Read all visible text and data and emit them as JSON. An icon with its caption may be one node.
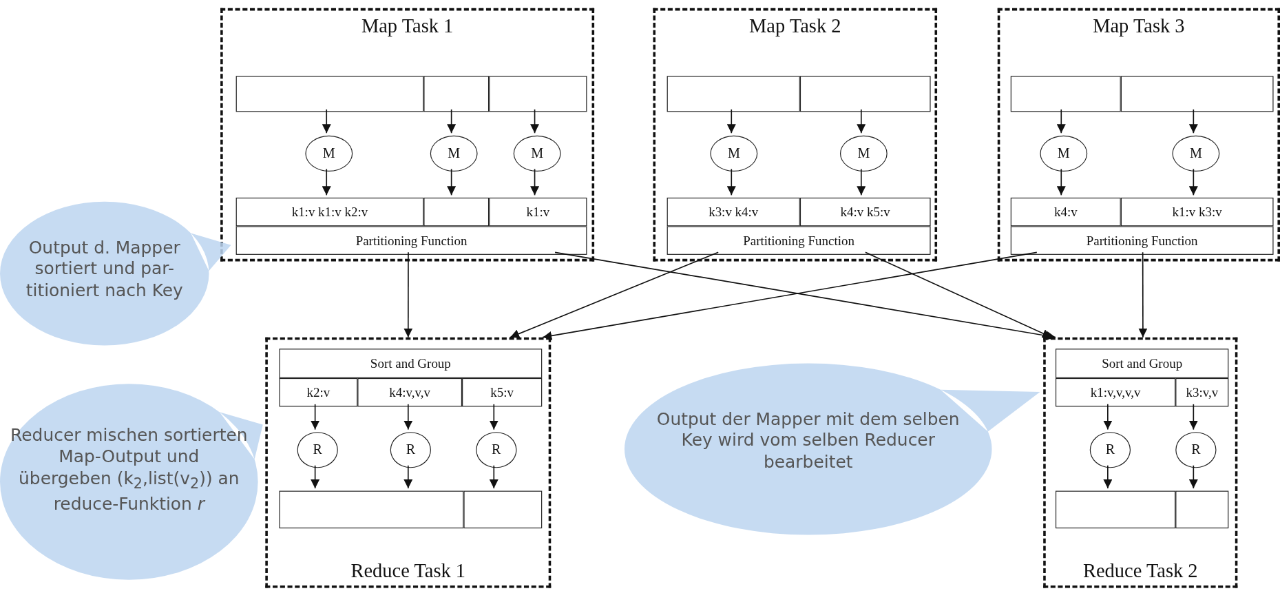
{
  "diagram": {
    "nodes": [
      {
        "text": [
          "Map Task 1"
        ]
      },
      {
        "text": [],
        "shape": "box",
        "in": 0
      },
      {
        "text": [],
        "shape": "box",
        "in": 0
      },
      {
        "text": [],
        "shape": "box",
        "in": 0
      },
      {
        "text": [
          "M"
        ],
        "in": 0
      },
      {
        "text": [
          "M"
        ],
        "in": 0
      },
      {
        "text": [
          "M"
        ],
        "in": 0
      },
      {
        "text": [
          "k1:v k1:v k2:v"
        ],
        "in": 0
      },
      {
        "text": [],
        "shape": "box",
        "in": 0
      },
      {
        "text": [
          "k1:v"
        ],
        "in": 0
      },
      {
        "text": [
          "Partitioning Function"
        ],
        "in": 0
      },
      {
        "text": [
          "Map Task 2"
        ]
      },
      {
        "text": [],
        "shape": "box",
        "in": 11
      },
      {
        "text": [],
        "shape": "box",
        "in": 11
      },
      {
        "text": [
          "M"
        ],
        "in": 11
      },
      {
        "text": [
          "M"
        ],
        "in": 11
      },
      {
        "text": [
          "k3:v k4:v"
        ],
        "in": 11
      },
      {
        "text": [
          "k4:v k5:v"
        ],
        "in": 11
      },
      {
        "text": [
          "Partitioning Function"
        ],
        "in": 11
      },
      {
        "text": [
          "Map Task 3"
        ]
      },
      {
        "text": [],
        "shape": "box",
        "in": 19
      },
      {
        "text": [],
        "shape": "box",
        "in": 19
      },
      {
        "text": [
          "M"
        ],
        "in": 19
      },
      {
        "text": [
          "M"
        ],
        "in": 19
      },
      {
        "text": [
          "k4:v"
        ],
        "in": 19
      },
      {
        "text": [
          "k1:v k3:v"
        ],
        "in": 19
      },
      {
        "text": [
          "Partitioning Function"
        ],
        "in": 19
      },
      {
        "text": [
          "Reduce Task 1"
        ]
      },
      {
        "text": [
          "Sort and Group"
        ],
        "in": 27
      },
      {
        "text": [
          "k2:v"
        ],
        "in": 27
      },
      {
        "text": [
          "k4:v,v,v"
        ],
        "in": 27
      },
      {
        "text": [
          "k5:v"
        ],
        "in": 27
      },
      {
        "text": [
          "R"
        ],
        "in": 27
      },
      {
        "text": [
          "R"
        ],
        "in": 27
      },
      {
        "text": [
          "R"
        ],
        "in": 27
      },
      {
        "text": [],
        "shape": "box",
        "in": 27
      },
      {
        "text": [],
        "shape": "box",
        "in": 27
      },
      {
        "text": [
          "Reduce Task 2"
        ]
      },
      {
        "text": [
          "Sort and Group"
        ],
        "in": 37
      },
      {
        "text": [
          "k1:v,v,v,v"
        ],
        "in": 37
      },
      {
        "text": [
          "k3:v,v"
        ],
        "in": 37
      },
      {
        "text": [
          "R"
        ],
        "in": 37
      },
      {
        "text": [
          "R"
        ],
        "in": 37
      },
      {
        "text": [],
        "shape": "box",
        "in": 37
      },
      {
        "text": [],
        "shape": "box",
        "in": 37
      },
      {
        "text": [
          "Output d. Mapper sortiert und par-titioniert nach Key"
        ]
      },
      {
        "text": [
          "Reducer mischen sortierten Map-Output und übergeben (k$_{2}$,list(v$_{2}$)) an reduce-Funktion *r*"
        ]
      },
      {
        "text": [
          "Output der Mapper mit dem selben Key wird vom selben Reducer bearbeitet"
        ]
      }
    ],
    "edges": [
      {
        "from": 1,
        "to": 4,
        "arrow": "to"
      },
      {
        "from": 4,
        "to": 7,
        "arrow": "to"
      },
      {
        "from": 2,
        "to": 5,
        "arrow": "to"
      },
      {
        "from": 5,
        "to": 8,
        "arrow": "to"
      },
      {
        "from": 3,
        "to": 6,
        "arrow": "to"
      },
      {
        "from": 6,
        "to": 9,
        "arrow": "to"
      },
      {
        "from": 12,
        "to": 14,
        "arrow": "to"
      },
      {
        "from": 14,
        "to": 16,
        "arrow": "to"
      },
      {
        "from": 13,
        "to": 15,
        "arrow": "to"
      },
      {
        "from": 15,
        "to": 17,
        "arrow": "to"
      },
      {
        "from": 20,
        "to": 22,
        "arrow": "to"
      },
      {
        "from": 22,
        "to": 24,
        "arrow": "to"
      },
      {
        "from": 21,
        "to": 23,
        "arrow": "to"
      },
      {
        "from": 23,
        "to": 25,
        "arrow": "to"
      },
      {
        "from": 10,
        "to": 27,
        "arrow": "to"
      },
      {
        "from": 10,
        "to": 37,
        "arrow": "to"
      },
      {
        "from": 18,
        "to": 27,
        "arrow": "to"
      },
      {
        "from": 18,
        "to": 37,
        "arrow": "to"
      },
      {
        "from": 26,
        "to": 27,
        "arrow": "to"
      },
      {
        "from": 26,
        "to": 37,
        "arrow": "to"
      },
      {
        "from": 29,
        "to": 32,
        "arrow": "to"
      },
      {
        "from": 32,
        "to": 35,
        "arrow": "to"
      },
      {
        "from": 30,
        "to": 33,
        "arrow": "to"
      },
      {
        "from": 33,
        "to": 35,
        "arrow": "to"
      },
      {
        "from": 31,
        "to": 34,
        "arrow": "to"
      },
      {
        "from": 34,
        "to": 36,
        "arrow": "to"
      },
      {
        "from": 39,
        "to": 41,
        "arrow": "to"
      },
      {
        "from": 41,
        "to": 43,
        "arrow": "to"
      },
      {
        "from": 40,
        "to": 42,
        "arrow": "to"
      },
      {
        "from": 42,
        "to": 44,
        "arrow": "to"
      }
    ]
  }
}
